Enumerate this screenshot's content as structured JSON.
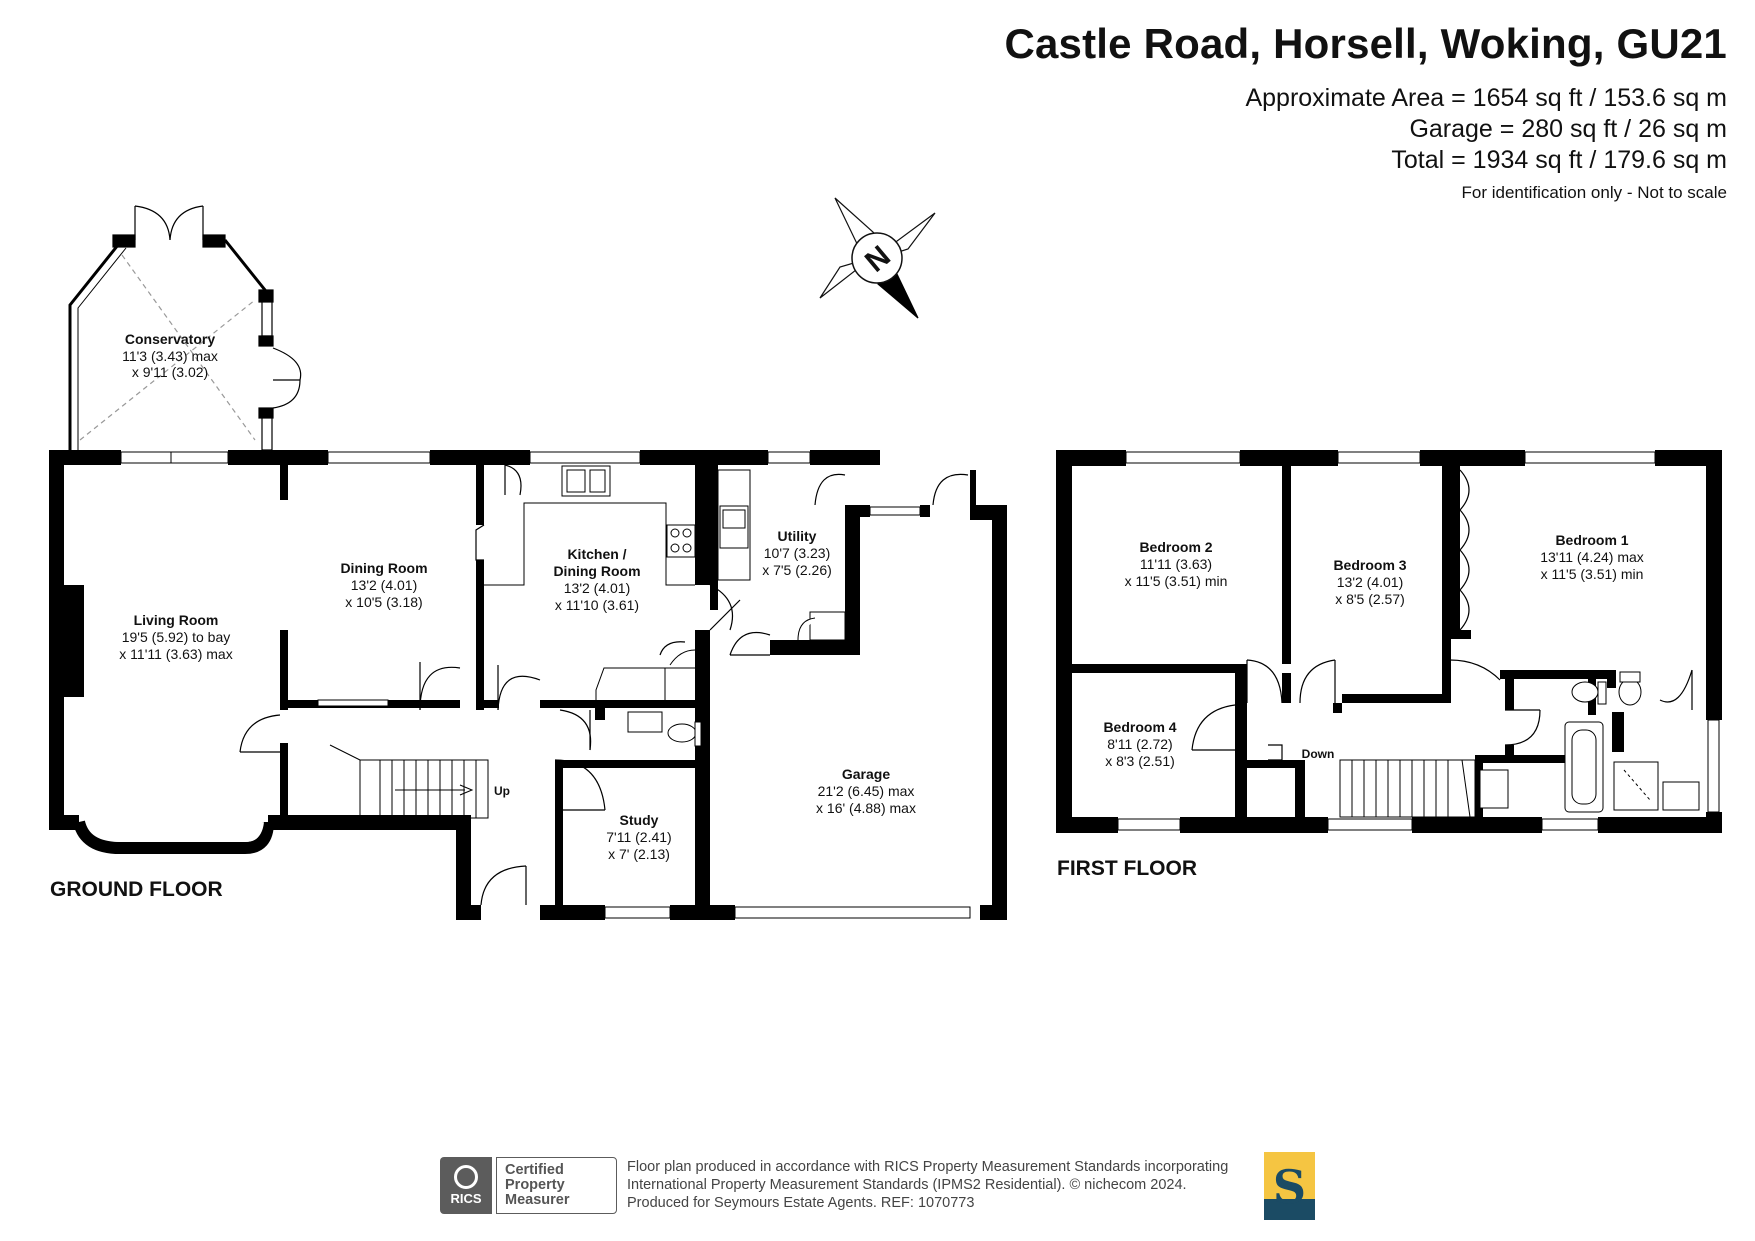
{
  "header": {
    "title": "Castle Road, Horsell, Woking, GU21",
    "approx_area": "Approximate Area = 1654 sq ft / 153.6 sq m",
    "garage_area": "Garage = 280 sq ft / 26 sq m",
    "total_area": "Total = 1934 sq ft / 179.6 sq m",
    "identification": "For identification only - Not to scale"
  },
  "compass": {
    "letter": "N"
  },
  "ground_floor": {
    "label": "GROUND FLOOR",
    "stairs_label": "Up",
    "rooms": {
      "conservatory": {
        "name": "Conservatory",
        "dim1": "11'3 (3.43) max",
        "dim2": "x 9'11 (3.02)"
      },
      "living_room": {
        "name": "Living Room",
        "dim1": "19'5 (5.92) to bay",
        "dim2": "x 11'11 (3.63) max"
      },
      "dining_room": {
        "name": "Dining Room",
        "dim1": "13'2 (4.01)",
        "dim2": "x 10'5 (3.18)"
      },
      "kitchen": {
        "name": "Kitchen /",
        "name2": "Dining Room",
        "dim1": "13'2 (4.01)",
        "dim2": "x 11'10 (3.61)"
      },
      "utility": {
        "name": "Utility",
        "dim1": "10'7 (3.23)",
        "dim2": "x 7'5 (2.26)"
      },
      "garage": {
        "name": "Garage",
        "dim1": "21'2 (6.45) max",
        "dim2": "x 16' (4.88) max"
      },
      "study": {
        "name": "Study",
        "dim1": "7'11 (2.41)",
        "dim2": "x 7' (2.13)"
      }
    }
  },
  "first_floor": {
    "label": "FIRST FLOOR",
    "stairs_label": "Down",
    "rooms": {
      "bedroom2": {
        "name": "Bedroom 2",
        "dim1": "11'11 (3.63)",
        "dim2": "x 11'5 (3.51) min"
      },
      "bedroom3": {
        "name": "Bedroom 3",
        "dim1": "13'2 (4.01)",
        "dim2": "x 8'5 (2.57)"
      },
      "bedroom1": {
        "name": "Bedroom 1",
        "dim1": "13'11 (4.24) max",
        "dim2": "x 11'5 (3.51) min"
      },
      "bedroom4": {
        "name": "Bedroom 4",
        "dim1": "8'11 (2.72)",
        "dim2": "x 8'3 (2.51)"
      }
    }
  },
  "footer": {
    "line1": "Floor plan produced in accordance with RICS Property Measurement Standards incorporating",
    "line2": "International Property Measurement Standards (IPMS2 Residential).   © nichecom 2024.",
    "line3": "Produced for Seymours Estate Agents.   REF:  1070773",
    "rics_logo_text": "RICS",
    "rics_badge": [
      "Certified",
      "Property",
      "Measurer"
    ],
    "agent_logo_letter": "S"
  },
  "colors": {
    "wall": "#000000",
    "logo_yellow": "#f5c542",
    "logo_navy": "#1b4b64",
    "badge_grey": "#5c5c5c"
  }
}
